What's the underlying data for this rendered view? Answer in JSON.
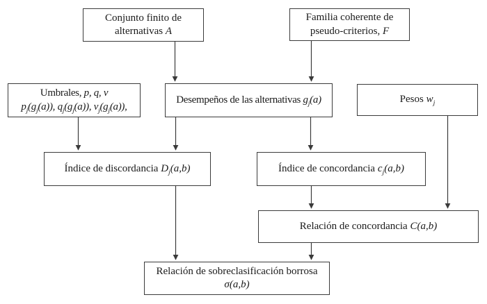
{
  "colors": {
    "background": "#ffffff",
    "box_border": "#3a3a3a",
    "arrow": "#3a3a3a",
    "text": "#1a1a1a"
  },
  "diagram": {
    "nodes": {
      "conjunto": {
        "lines": [
          [
            {
              "t": "Conjunto finito de"
            }
          ],
          [
            {
              "t": "alternativas "
            },
            {
              "t": "A",
              "i": 1
            }
          ]
        ]
      },
      "familia": {
        "lines": [
          [
            {
              "t": "Familia coherente de"
            }
          ],
          [
            {
              "t": "pseudo-criterios, "
            },
            {
              "t": "F",
              "i": 1
            }
          ]
        ]
      },
      "umbrales": {
        "lines": [
          [
            {
              "t": "Umbrales, "
            },
            {
              "t": "p, q, v",
              "i": 1
            }
          ],
          [
            {
              "t": "p",
              "i": 1
            },
            {
              "t": "j",
              "i": 1,
              "s": 1
            },
            {
              "t": "(g",
              "i": 1
            },
            {
              "t": "j",
              "i": 1,
              "s": 1
            },
            {
              "t": "(a)), ",
              "i": 1
            },
            {
              "t": "q",
              "i": 1
            },
            {
              "t": "j",
              "i": 1,
              "s": 1
            },
            {
              "t": "(g",
              "i": 1
            },
            {
              "t": "j",
              "i": 1,
              "s": 1
            },
            {
              "t": "(a)), ",
              "i": 1
            },
            {
              "t": "v",
              "i": 1
            },
            {
              "t": "j",
              "i": 1,
              "s": 1
            },
            {
              "t": "(g",
              "i": 1
            },
            {
              "t": "j",
              "i": 1,
              "s": 1
            },
            {
              "t": "(a)),",
              "i": 1
            }
          ]
        ]
      },
      "desempenos": {
        "lines": [
          [
            {
              "t": "Desempeños de las alternativas "
            },
            {
              "t": "g",
              "i": 1
            },
            {
              "t": "j",
              "i": 1,
              "s": 1
            },
            {
              "t": "(a)",
              "i": 1
            }
          ]
        ]
      },
      "pesos": {
        "lines": [
          [
            {
              "t": "Pesos "
            },
            {
              "t": "w",
              "i": 1
            },
            {
              "t": "j",
              "i": 1,
              "s": 1
            }
          ]
        ]
      },
      "discordancia": {
        "lines": [
          [
            {
              "t": "Índice de discordancia "
            },
            {
              "t": "D",
              "i": 1
            },
            {
              "t": "j",
              "i": 1,
              "s": 1
            },
            {
              "t": "(a,b)",
              "i": 1
            }
          ]
        ]
      },
      "concordancia": {
        "lines": [
          [
            {
              "t": "Índice de concordancia "
            },
            {
              "t": "c",
              "i": 1
            },
            {
              "t": "j",
              "i": 1,
              "s": 1
            },
            {
              "t": "(a,b)",
              "i": 1
            }
          ]
        ]
      },
      "relacion_concordancia": {
        "lines": [
          [
            {
              "t": "Relación de concordancia "
            },
            {
              "t": "C(a,b)",
              "i": 1
            }
          ]
        ]
      },
      "sobreclasificacion": {
        "lines": [
          [
            {
              "t": "Relación de sobreclasificación borrosa"
            }
          ],
          [
            {
              "t": "σ(a,b)",
              "i": 1
            }
          ]
        ]
      }
    },
    "edges": [
      {
        "from": "conjunto",
        "to": "desempenos"
      },
      {
        "from": "familia",
        "to": "desempenos"
      },
      {
        "from": "umbrales",
        "to": "discordancia"
      },
      {
        "from": "desempenos",
        "to": "discordancia"
      },
      {
        "from": "desempenos",
        "to": "concordancia"
      },
      {
        "from": "concordancia",
        "to": "relacion_concordancia"
      },
      {
        "from": "pesos",
        "to": "relacion_concordancia"
      },
      {
        "from": "discordancia",
        "to": "sobreclasificacion"
      },
      {
        "from": "relacion_concordancia",
        "to": "sobreclasificacion"
      }
    ]
  }
}
